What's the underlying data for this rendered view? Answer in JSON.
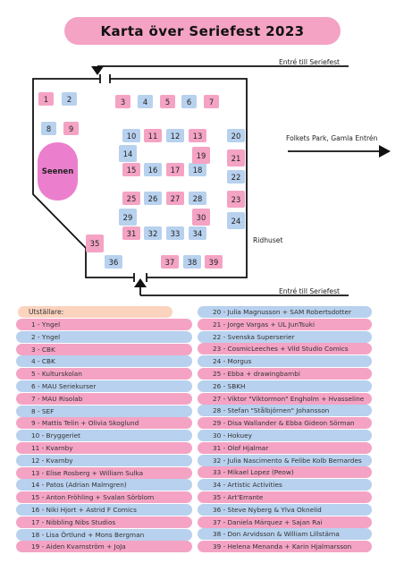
{
  "title": "Karta över Seriefest 2023",
  "stage_label": "Seenen",
  "labels": {
    "entry_top": "Entré till Seriefest",
    "folkets_park": "Folkets Park, Gamla Entrén",
    "ridhuset": "Ridhuset",
    "entry_bottom": "Entré till Seriefest"
  },
  "booths": [
    {
      "num": "1",
      "color": "pink"
    },
    {
      "num": "2",
      "color": "blue"
    },
    {
      "num": "3",
      "color": "pink"
    },
    {
      "num": "4",
      "color": "blue"
    },
    {
      "num": "5",
      "color": "pink"
    },
    {
      "num": "6",
      "color": "blue"
    },
    {
      "num": "7",
      "color": "pink"
    },
    {
      "num": "8",
      "color": "blue"
    },
    {
      "num": "9",
      "color": "pink"
    },
    {
      "num": "10",
      "color": "blue"
    },
    {
      "num": "11",
      "color": "pink"
    },
    {
      "num": "12",
      "color": "blue"
    },
    {
      "num": "13",
      "color": "pink"
    },
    {
      "num": "14",
      "color": "blue"
    },
    {
      "num": "15",
      "color": "pink"
    },
    {
      "num": "16",
      "color": "blue"
    },
    {
      "num": "17",
      "color": "pink"
    },
    {
      "num": "18",
      "color": "blue"
    },
    {
      "num": "19",
      "color": "pink"
    },
    {
      "num": "20",
      "color": "blue"
    },
    {
      "num": "21",
      "color": "pink"
    },
    {
      "num": "22",
      "color": "blue"
    },
    {
      "num": "23",
      "color": "pink"
    },
    {
      "num": "24",
      "color": "blue"
    },
    {
      "num": "25",
      "color": "pink"
    },
    {
      "num": "26",
      "color": "blue"
    },
    {
      "num": "27",
      "color": "pink"
    },
    {
      "num": "28",
      "color": "blue"
    },
    {
      "num": "29",
      "color": "blue"
    },
    {
      "num": "30",
      "color": "pink"
    },
    {
      "num": "31",
      "color": "pink"
    },
    {
      "num": "32",
      "color": "blue"
    },
    {
      "num": "33",
      "color": "blue"
    },
    {
      "num": "34",
      "color": "blue"
    },
    {
      "num": "35",
      "color": "pink"
    },
    {
      "num": "36",
      "color": "blue"
    },
    {
      "num": "37",
      "color": "pink"
    },
    {
      "num": "38",
      "color": "blue"
    },
    {
      "num": "39",
      "color": "pink"
    }
  ],
  "exhibitors_heading": "Utställare:",
  "exhibitors": [
    {
      "text": "1 - Yngel",
      "color": "pink"
    },
    {
      "text": "2 - Yngel",
      "color": "blue"
    },
    {
      "text": "3 - CBK",
      "color": "pink"
    },
    {
      "text": "4 - CBK",
      "color": "blue"
    },
    {
      "text": "5 - Kulturskolan",
      "color": "pink"
    },
    {
      "text": "6 - MAU Seriekurser",
      "color": "blue"
    },
    {
      "text": "7 - MAU Risolab",
      "color": "pink"
    },
    {
      "text": "8 - SEF",
      "color": "blue"
    },
    {
      "text": "9 - Mattis Telin + Olivia Skoglund",
      "color": "pink"
    },
    {
      "text": "10 - Bryggeriet",
      "color": "blue"
    },
    {
      "text": "11 - Kvarnby",
      "color": "pink"
    },
    {
      "text": "12 - Kvarnby",
      "color": "blue"
    },
    {
      "text": "13 - Elise Rosberg + William Sulka",
      "color": "pink"
    },
    {
      "text": "14 - Patos (Adrian Malmgren)",
      "color": "blue"
    },
    {
      "text": "15 - Anton Fröhling + Svalan Sörblom",
      "color": "pink"
    },
    {
      "text": "16 - Niki Hjort + Astrid F Comics",
      "color": "blue"
    },
    {
      "text": "17 - Nibbling Nibs Studios",
      "color": "pink"
    },
    {
      "text": "18 - Lisa Örtlund + Mons Bergman",
      "color": "blue"
    },
    {
      "text": "19 - Aiden Kvarnström + JoJa",
      "color": "pink"
    },
    {
      "text": "20 - Julia Magnusson + SAM Robertsdotter",
      "color": "blue"
    },
    {
      "text": "21 - Jorge Vargas + UL JunTsuki",
      "color": "pink"
    },
    {
      "text": "22 - Svenska Superserier",
      "color": "blue"
    },
    {
      "text": "23 - CosmicLeeches + Vild Studio Comics",
      "color": "pink"
    },
    {
      "text": "24 - Morgus",
      "color": "blue"
    },
    {
      "text": "25 - Ebba + drawingbambi",
      "color": "pink"
    },
    {
      "text": "26 - SBKH",
      "color": "blue"
    },
    {
      "text": "27 - Viktor \"Viktormon\" Engholm + Hvasseline",
      "color": "pink"
    },
    {
      "text": "28 - Stefan \"Stålbjörnen\" Johansson",
      "color": "blue"
    },
    {
      "text": "29 - Disa Wallander & Ebba Gideon Sörman",
      "color": "pink"
    },
    {
      "text": "30 - Hokuey",
      "color": "blue"
    },
    {
      "text": "31 - Olof Hjalmar",
      "color": "pink"
    },
    {
      "text": "32 - Julia Nascimento & Felibe Kolb Bernardes",
      "color": "blue"
    },
    {
      "text": "33 - Mikael Lopez (Peow)",
      "color": "pink"
    },
    {
      "text": "34 - Artistic Activities",
      "color": "blue"
    },
    {
      "text": "35 - Art'Errante",
      "color": "pink"
    },
    {
      "text": "36 - Steve Nyberg & Ylva Oknelid",
      "color": "blue"
    },
    {
      "text": "37 - Daniela Márquez + Sajan Rai",
      "color": "pink"
    },
    {
      "text": "38 - Don Arvidsson & William Lillstärna",
      "color": "blue"
    },
    {
      "text": "39 - Helena Menanda + Karin Hjalmarsson",
      "color": "pink"
    }
  ]
}
